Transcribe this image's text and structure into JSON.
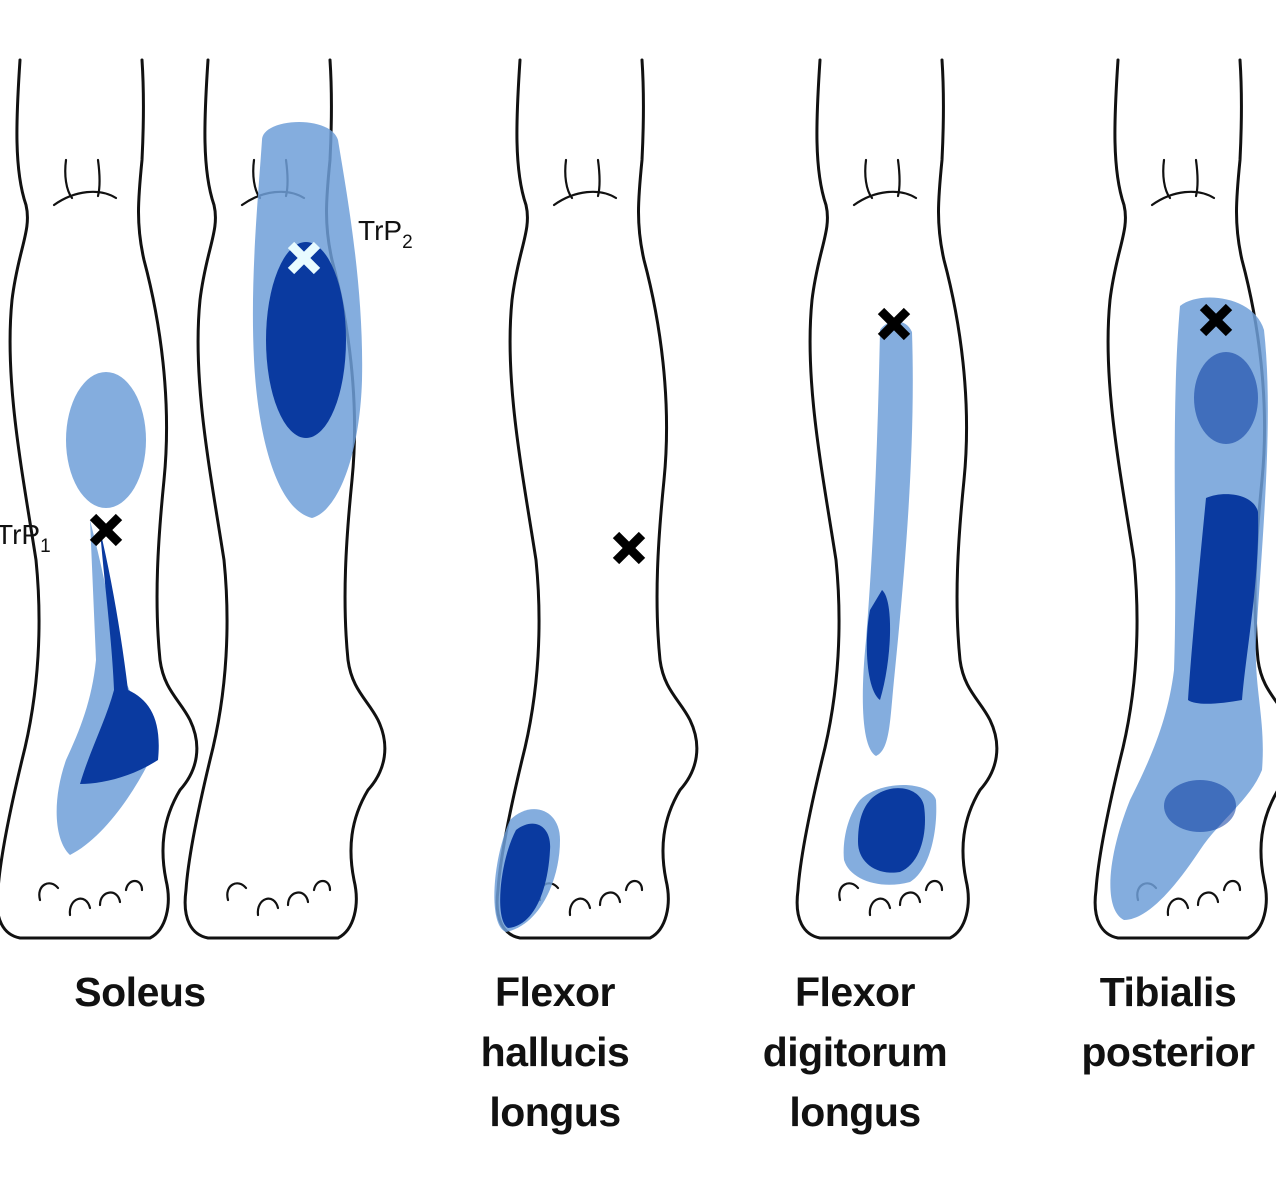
{
  "colors": {
    "referred_pain_light": "#6f9fd8",
    "referred_pain_dark": "#0a3aa0",
    "trigger_point_marker": "#000000",
    "trigger_point_marker_highlight": "#e8fbff",
    "outline": "#111111"
  },
  "muscles": [
    {
      "lines": [
        "Soleus"
      ],
      "trigger_points": [
        {
          "label_main": "TrP",
          "label_sub": "1"
        },
        {
          "label_main": "TrP",
          "label_sub": "2"
        }
      ]
    },
    {
      "lines": [
        "Flexor",
        "hallucis",
        "longus"
      ]
    },
    {
      "lines": [
        "Flexor",
        "digitorum",
        "longus"
      ]
    },
    {
      "lines": [
        "Tibialis",
        "posterior"
      ]
    }
  ],
  "marker_symbol": "cross"
}
